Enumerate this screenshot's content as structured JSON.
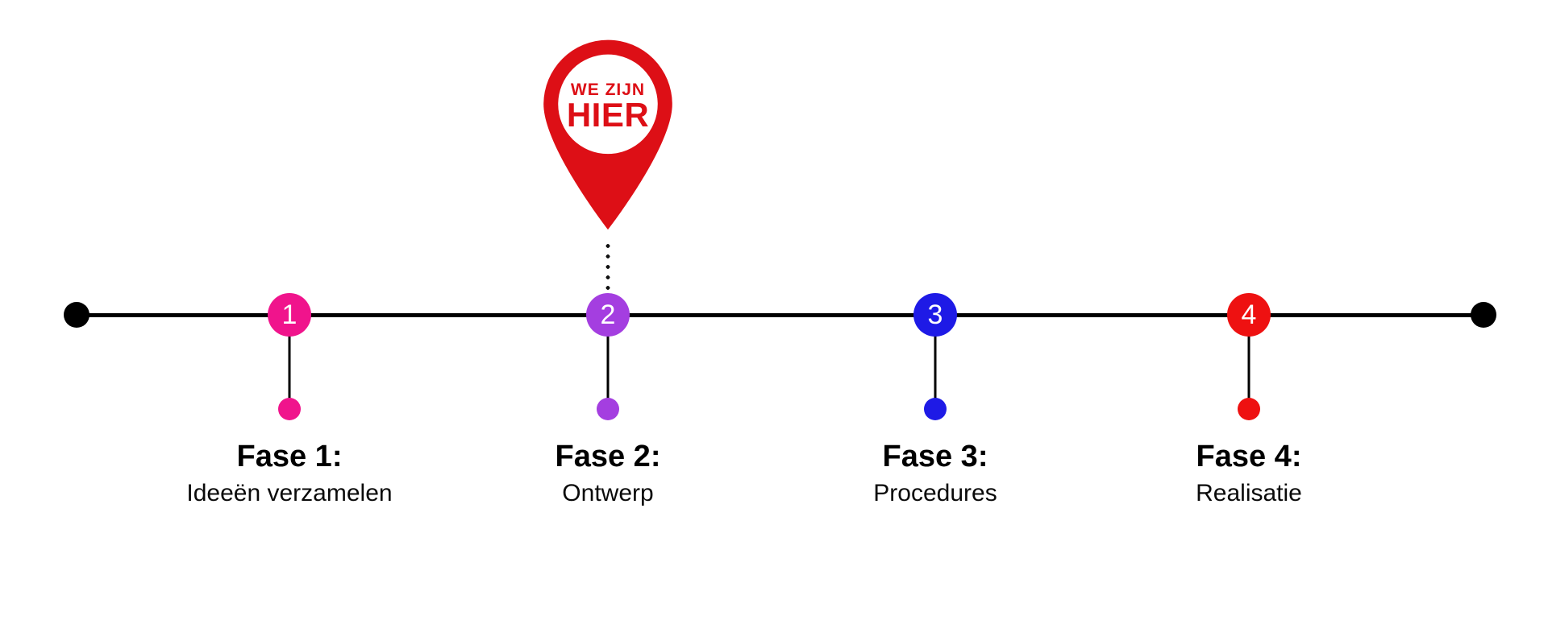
{
  "marker": {
    "line1": "WE ZIJN",
    "line2": "HIER",
    "color": "#dd0f16"
  },
  "timeline": {
    "line_color": "#000000",
    "end_dot_color": "#000000",
    "phases": [
      {
        "number": "1",
        "title": "Fase 1:",
        "subtitle": "Ideeën verzamelen",
        "color": "#f0148c"
      },
      {
        "number": "2",
        "title": "Fase 2:",
        "subtitle": "Ontwerp",
        "color": "#a43ee0"
      },
      {
        "number": "3",
        "title": "Fase 3:",
        "subtitle": "Procedures",
        "color": "#1e1ae6"
      },
      {
        "number": "4",
        "title": "Fase 4:",
        "subtitle": "Realisatie",
        "color": "#ee1111"
      }
    ]
  }
}
